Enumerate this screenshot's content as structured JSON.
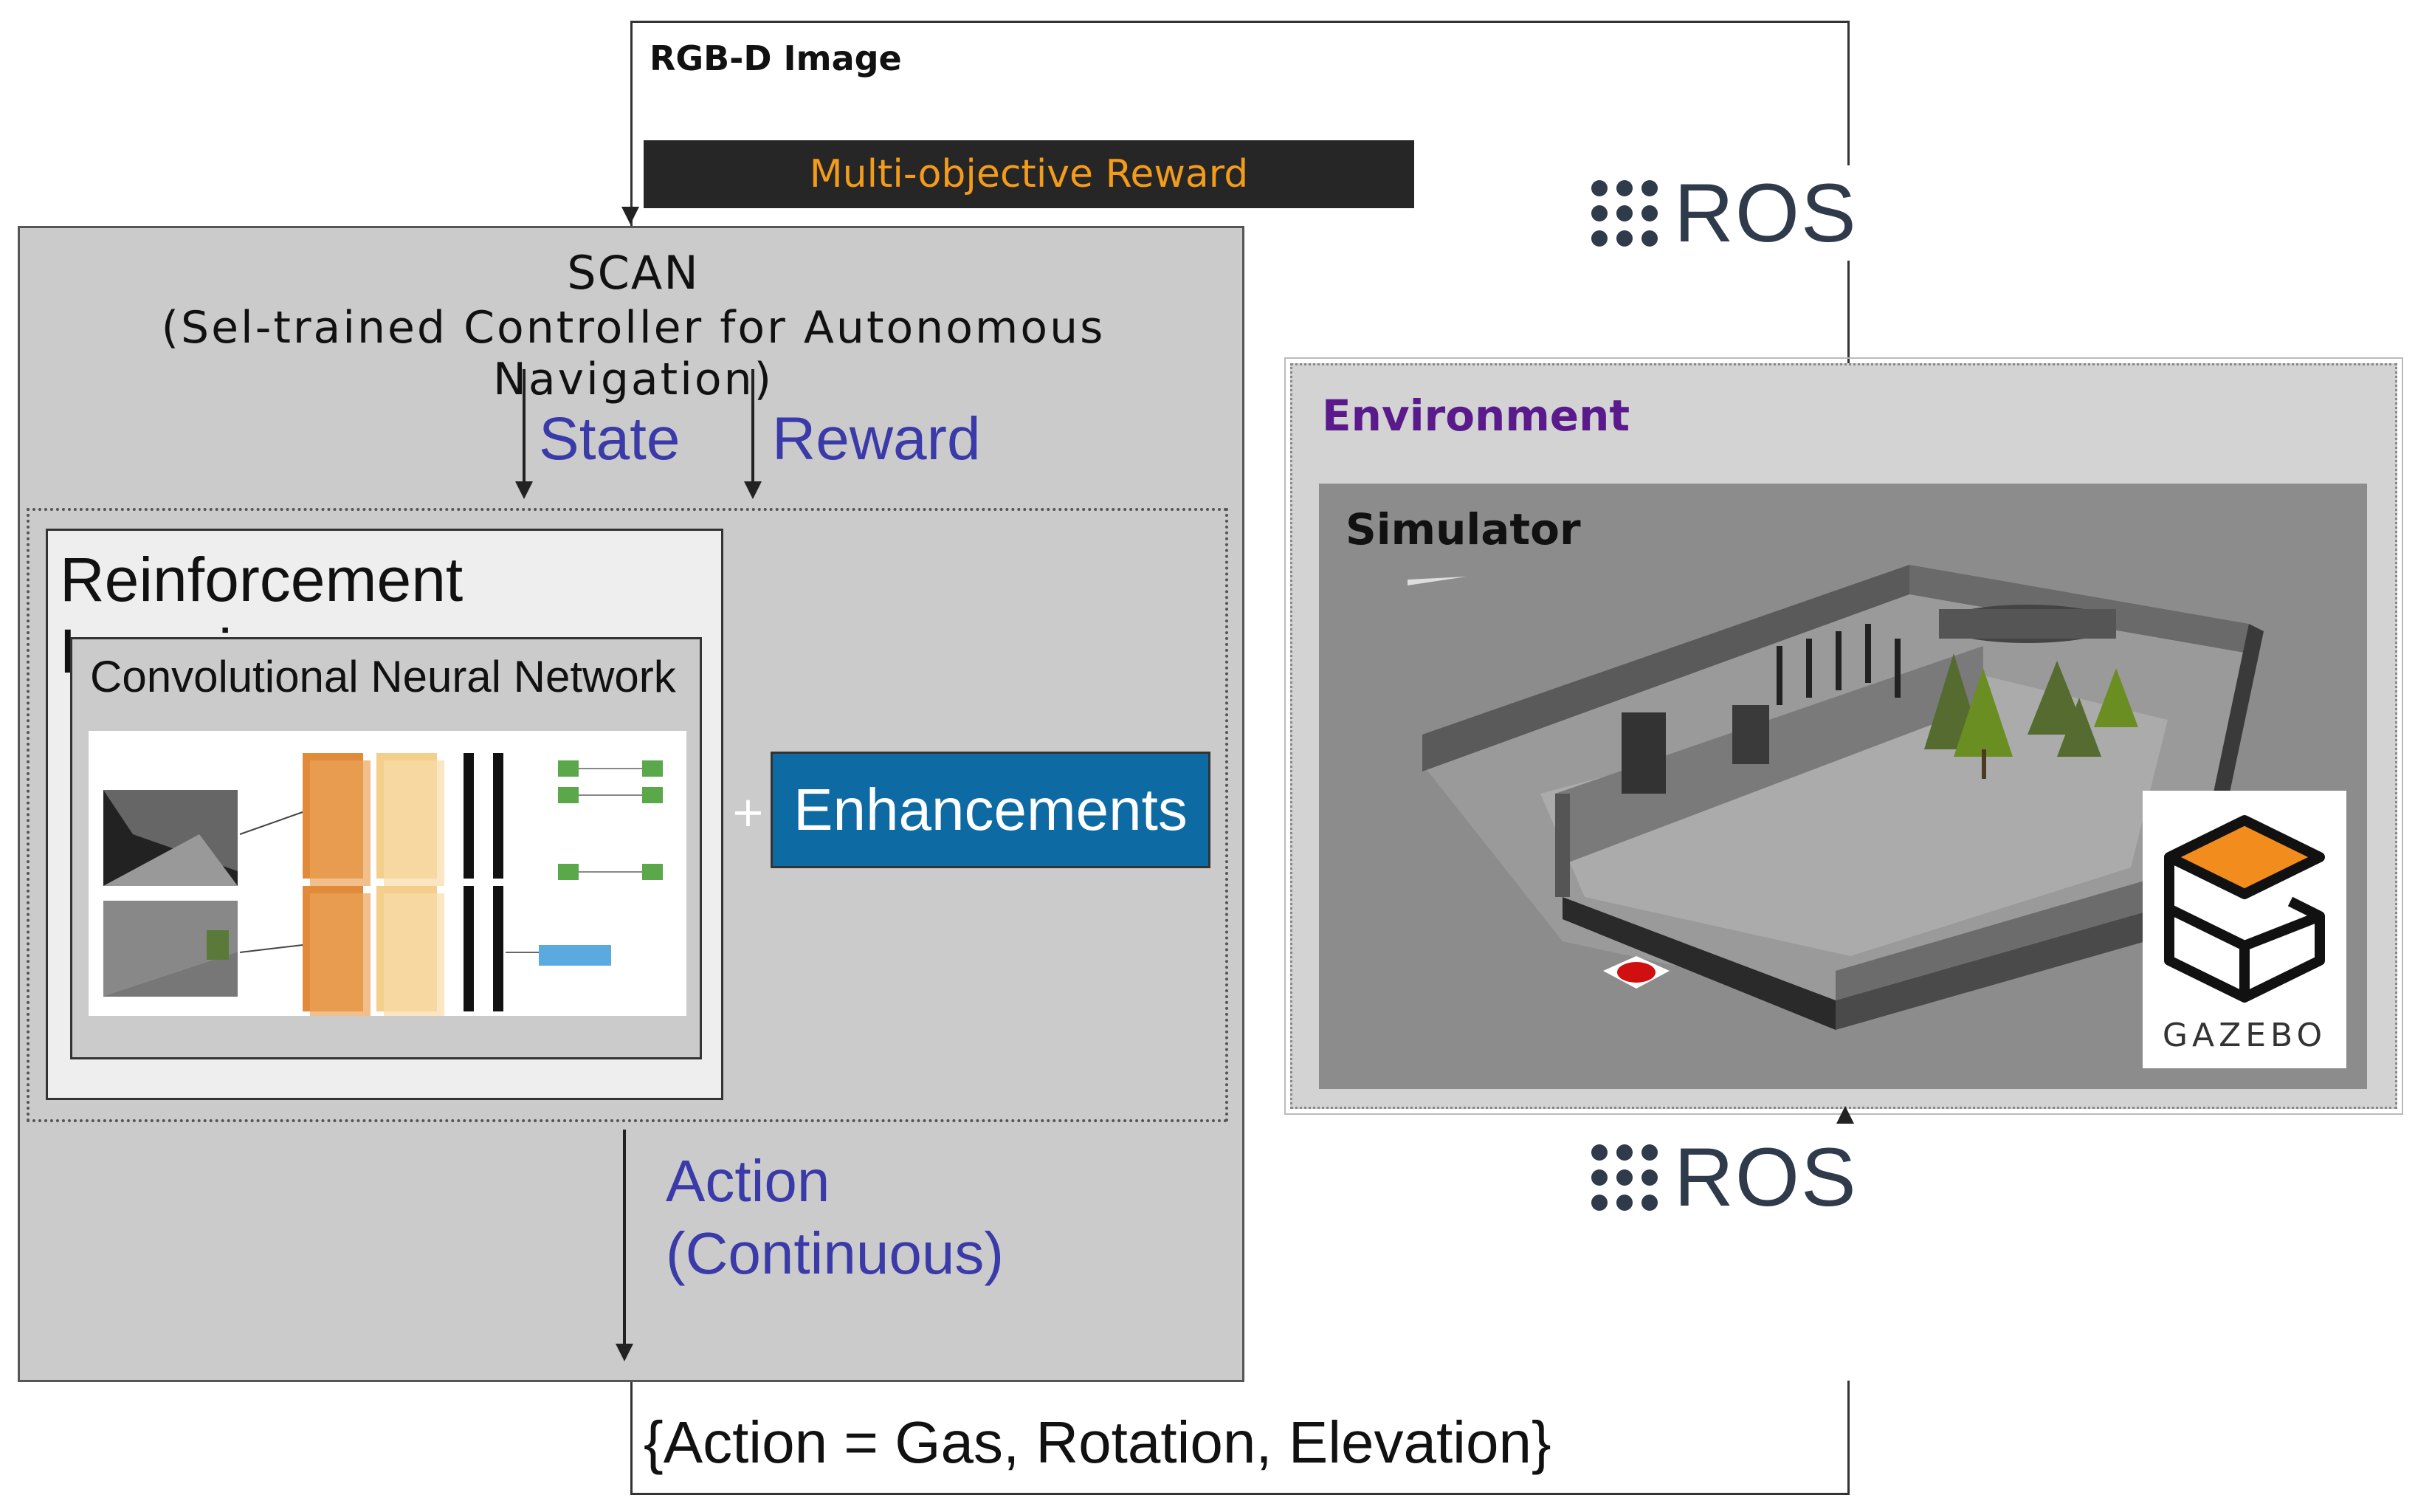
{
  "top_loop": {
    "title": "RGB-D Image",
    "reward_bar": "Multi-objective Reward"
  },
  "scan": {
    "title": "SCAN",
    "subtitle": "(Sel-trained Controller for Autonomous Navigation)",
    "state_label": "State",
    "reward_label": "Reward",
    "rl_title": "Reinforcement Learning",
    "cnn_title": "Convolutional Neural Network",
    "plus": "+",
    "enhancements": "Enhancements",
    "action_label_1": "Action",
    "action_label_2": "(Continuous)"
  },
  "environment": {
    "title": "Environment",
    "simulator": "Simulator",
    "gazebo_logo": "GAZEBO"
  },
  "ros_top": "ROS",
  "ros_bottom": "ROS",
  "action_set": "{Action = Gas, Rotation, Elevation}",
  "colors": {
    "reward_text": "#f39b1a",
    "environment_title": "#5a1a8c",
    "arrow_label": "#3a3aa8",
    "enhancements_bg": "#0d6aa3",
    "gazebo_orange": "#f28c1c"
  },
  "icons": [
    "ros-dots-icon",
    "gazebo-logo-icon",
    "robot-target-icon"
  ]
}
